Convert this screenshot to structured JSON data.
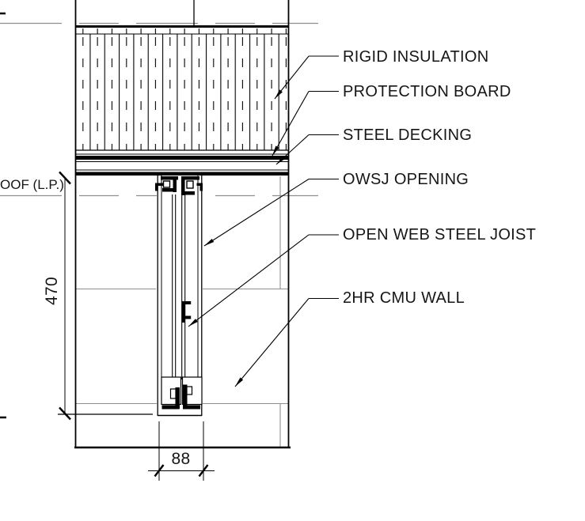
{
  "drawing": {
    "type": "architectural-section-detail",
    "level_label": "OOF (L.P.)",
    "callouts": [
      {
        "label": "RIGID INSULATION"
      },
      {
        "label": "PROTECTION BOARD"
      },
      {
        "label": "STEEL DECKING"
      },
      {
        "label": "OWSJ OPENING"
      },
      {
        "label": "OPEN WEB STEEL JOIST"
      },
      {
        "label": "2HR CMU WALL"
      }
    ],
    "dimensions": {
      "opening_height": "470",
      "opening_width": "88"
    },
    "colors": {
      "line": "#000000",
      "joint_line": "#8f8f8f",
      "background": "#ffffff"
    }
  }
}
